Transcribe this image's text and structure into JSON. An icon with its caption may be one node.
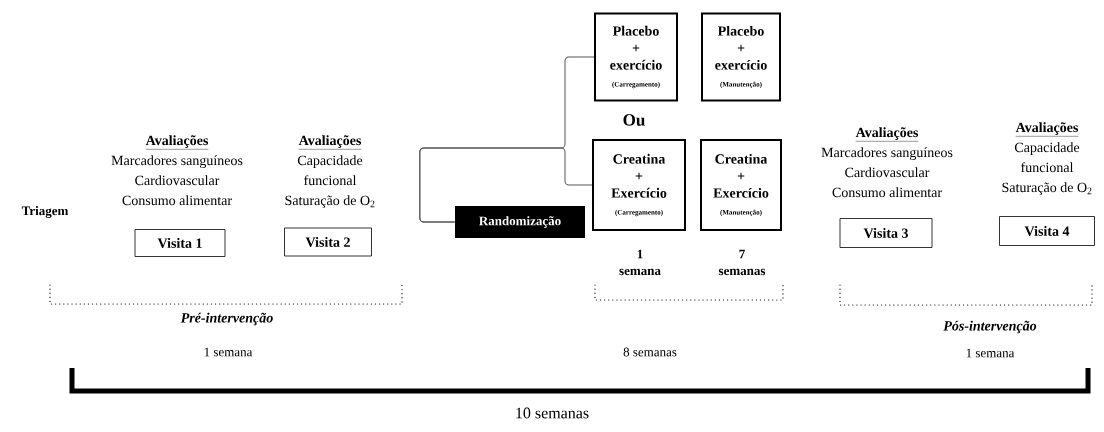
{
  "diagram": {
    "nodes": [
      {
        "text": [
          "Randomização"
        ]
      },
      {
        "text": [
          "Placebo",
          "+",
          "exercício",
          "(Carregamento)"
        ]
      },
      {
        "text": [
          "Placebo",
          "+",
          "exercício",
          "(Manutenção)"
        ]
      },
      {
        "text": [
          "Creatina",
          "+",
          "Exercício",
          "(Carregamento)"
        ]
      },
      {
        "text": [
          "Creatina",
          "+",
          "Exercício",
          "(Manutenção)"
        ]
      },
      {
        "text": [
          "Visita 1"
        ],
        "beside": [
          "Avaliações",
          "Marcadores sanguíneos",
          "Cardiovascular",
          "Consumo alimentar"
        ]
      },
      {
        "text": [
          "Visita 2"
        ],
        "beside": [
          "Avaliações",
          "Capacidade",
          "funcional",
          "Saturação de O$_{2}$"
        ]
      },
      {
        "text": [
          "Visita 3"
        ],
        "beside": [
          "Avaliações",
          "Marcadores sanguíneos",
          "Cardiovascular",
          "Consumo alimentar"
        ]
      },
      {
        "text": [
          "Visita 4"
        ],
        "beside": [
          "Avaliações",
          "Capacidade",
          "funcional",
          "Saturação de O$_{2}$"
        ]
      }
    ],
    "edges": [
      {
        "from": 0,
        "to": 1,
        "arrow": "none"
      },
      {
        "from": 0,
        "to": 3,
        "arrow": "none"
      }
    ],
    "labels": [
      "Triagem",
      "Ou",
      "1",
      "semana",
      "7",
      "semanas",
      "Pré-intervenção",
      "1 semana",
      "8 semanas",
      "Pós-intervenção",
      "1 semana",
      "10 semanas"
    ]
  }
}
